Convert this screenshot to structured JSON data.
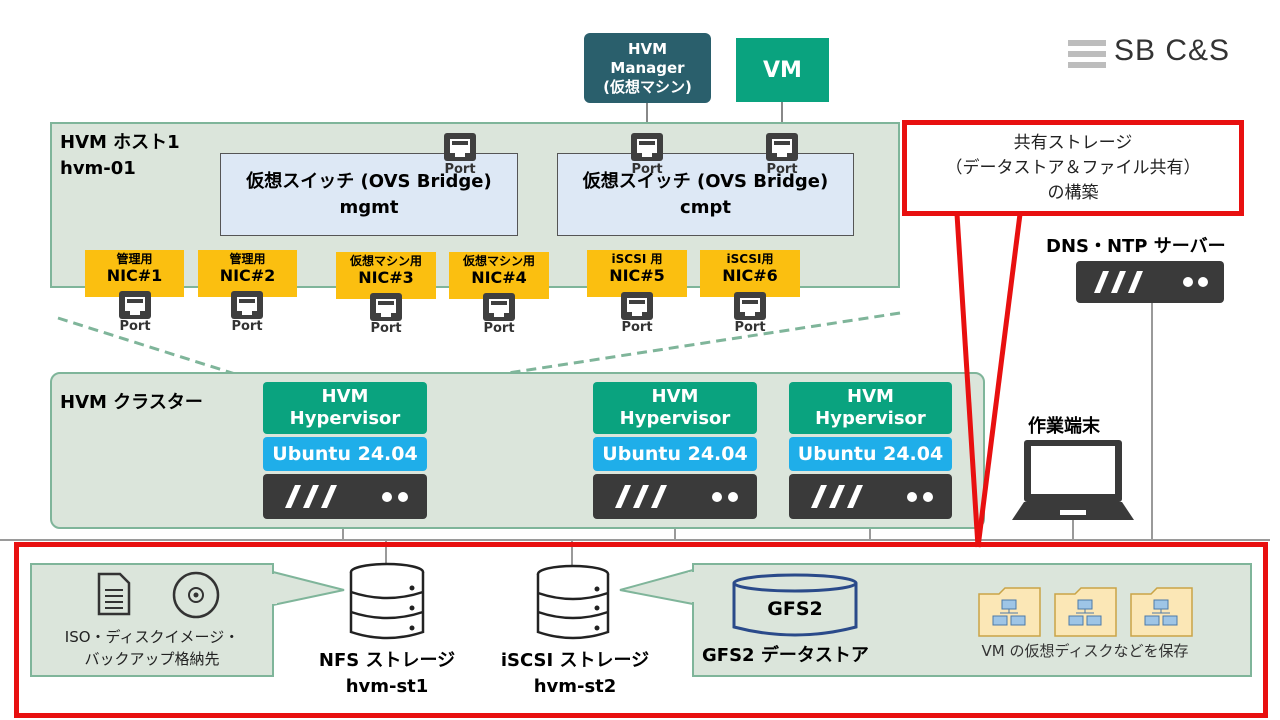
{
  "logo": {
    "text": "SB C&S"
  },
  "hvm_manager": {
    "line1": "HVM",
    "line2": "Manager",
    "line3": "(仮想マシン)"
  },
  "vm_box": {
    "label": "VM"
  },
  "host": {
    "title_line1": "HVM ホスト1",
    "title_line2": "hvm-01",
    "switches": [
      {
        "line1": "仮想スイッチ (OVS Bridge)",
        "line2": "mgmt"
      },
      {
        "line1": "仮想スイッチ (OVS Bridge)",
        "line2": "cmpt"
      }
    ],
    "nics": [
      {
        "purpose": "管理用",
        "name": "NIC#1"
      },
      {
        "purpose": "管理用",
        "name": "NIC#2"
      },
      {
        "purpose": "仮想マシン用",
        "name": "NIC#3"
      },
      {
        "purpose": "仮想マシン用",
        "name": "NIC#4"
      },
      {
        "purpose": "iSCSI 用",
        "name": "NIC#5"
      },
      {
        "purpose": "iSCSI用",
        "name": "NIC#6"
      }
    ],
    "port_label": "Port"
  },
  "cluster": {
    "title": "HVM クラスター",
    "nodes": [
      {
        "hv1": "HVM",
        "hv2": "Hypervisor",
        "os": "Ubuntu 24.04"
      },
      {
        "hv1": "HVM",
        "hv2": "Hypervisor",
        "os": "Ubuntu 24.04"
      },
      {
        "hv1": "HVM",
        "hv2": "Hypervisor",
        "os": "Ubuntu 24.04"
      }
    ]
  },
  "callout": {
    "line1": "共有ストレージ",
    "line2": "（データストア＆ファイル共有）",
    "line3": "の構築"
  },
  "dns": {
    "label": "DNS・NTP サーバー"
  },
  "terminal": {
    "label": "作業端末"
  },
  "storage": {
    "iso_note": {
      "line1": "ISO・ディスクイメージ・",
      "line2": "バックアップ格納先"
    },
    "nfs": {
      "line1": "NFS ストレージ",
      "line2": "hvm-st1"
    },
    "iscsi": {
      "line1": "iSCSI ストレージ",
      "line2": "hvm-st2"
    },
    "gfs2_label": "GFS2",
    "gfs2_datastore": "GFS2 データストア",
    "vm_disk_note": "VM の仮想ディスクなどを保存"
  },
  "colors": {
    "panel_fill": "#dbe5db",
    "panel_border": "#7fb59a",
    "hypervisor": "#0aa37f",
    "ubuntu": "#1faee9",
    "nic": "#fbbf10",
    "highlight": "#e81010",
    "manager": "#2a5f6c",
    "vm": "#0aa37f"
  }
}
